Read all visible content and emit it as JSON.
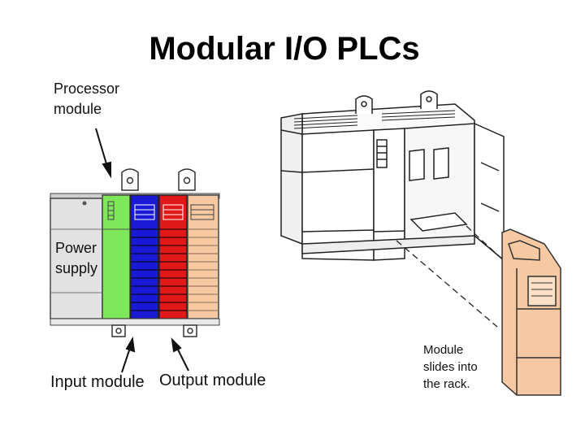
{
  "title": "Modular I/O PLCs",
  "labels": {
    "processor_module": [
      "Processor",
      "module"
    ],
    "power_supply": [
      "Power",
      "supply"
    ],
    "input_module": "Input module",
    "output_module": "Output module",
    "module_slides": [
      "Module",
      "slides into",
      "the rack."
    ]
  },
  "colors": {
    "processor": "#7fe85a",
    "input": "#1a1ad6",
    "output": "#e01818",
    "extra": "#f6c9a2",
    "power": "#e2e2e2"
  }
}
